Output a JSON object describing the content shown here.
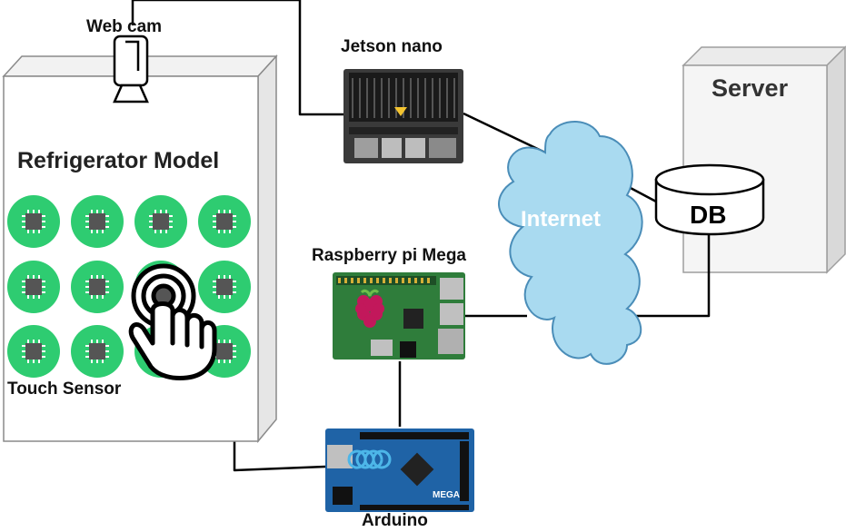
{
  "labels": {
    "webcam": "Web cam",
    "refrigerator": "Refrigerator Model",
    "touch_sensor": "Touch Sensor",
    "jetson": "Jetson nano",
    "raspberry": "Raspberry pi Mega",
    "arduino": "Arduino",
    "internet": "Internet",
    "server": "Server",
    "db": "DB"
  },
  "board_text": {
    "arduino_mega": "MEGA"
  },
  "touch_sensor_grid": {
    "rows": 3,
    "cols": 4
  },
  "colors": {
    "line": "#000000",
    "fridge_face": "#ffffff",
    "fridge_side": "#e6e6e6",
    "fridge_top": "#f2f2f2",
    "sensor_green": "#2ecc71",
    "chip_gray": "#555555",
    "cloud_fill": "#a9daf0",
    "cloud_stroke": "#4a8db8",
    "server_face": "#f5f5f5",
    "server_edge": "#9e9e9e",
    "arduino_blue": "#1f63a6",
    "raspberry_green": "#2f7d3b",
    "raspberry_red": "#c2185b",
    "jetson_dark": "#2a2a2a"
  }
}
